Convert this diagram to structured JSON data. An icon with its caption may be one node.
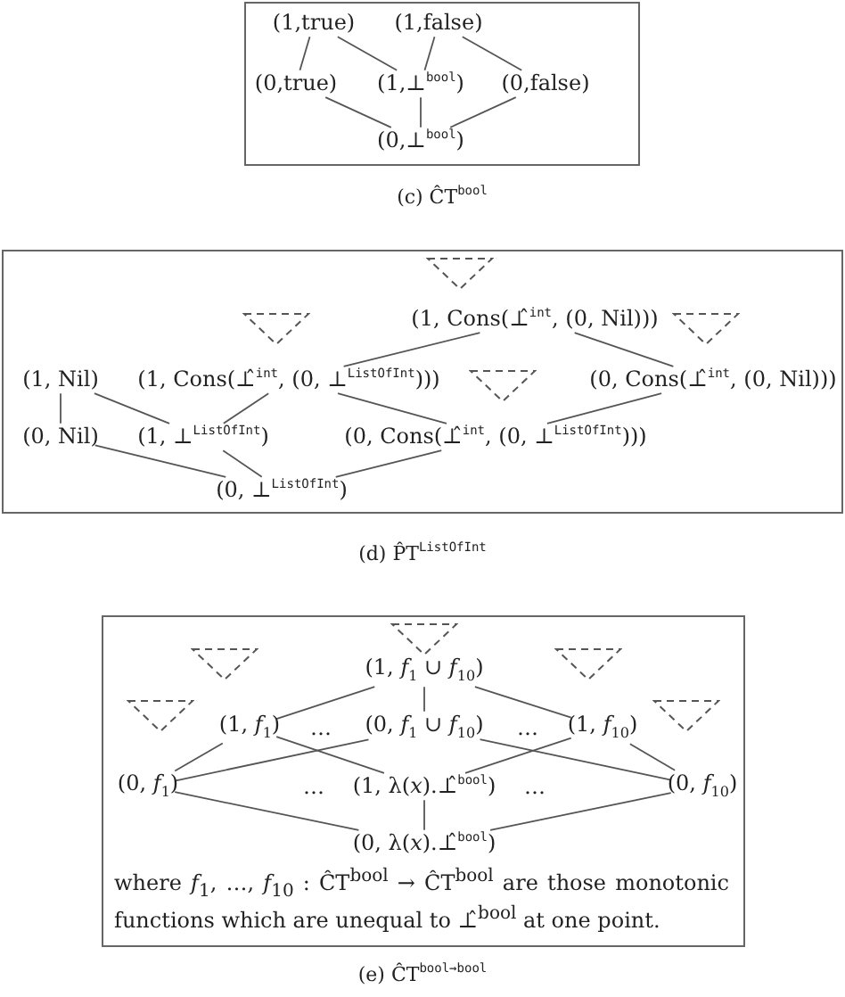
{
  "diagram": {
    "nodes": [
      {
        "text": [],
        "shape": "box",
        "beside": [
          "(c) ĈT$^{bool}$"
        ]
      },
      {
        "text": [
          "(1,true)"
        ],
        "in": 0
      },
      {
        "text": [
          "(1,false)"
        ],
        "in": 0
      },
      {
        "text": [
          "(0,true)"
        ],
        "in": 0
      },
      {
        "text": [
          "(1,⊥$^{bool}$)"
        ],
        "in": 0
      },
      {
        "text": [
          "(0,false)"
        ],
        "in": 0
      },
      {
        "text": [
          "(0,⊥$^{bool}$)"
        ],
        "in": 0
      },
      {
        "text": [],
        "shape": "box",
        "beside": [
          "(d) P̂T$^{ListOfInt}$"
        ]
      },
      {
        "text": [],
        "shape": "triangle",
        "in": 7
      },
      {
        "text": [
          "(1, Cons(⊥̂$^{int}$, (0, Nil)))"
        ],
        "in": 7
      },
      {
        "text": [],
        "shape": "triangle",
        "in": 7
      },
      {
        "text": [],
        "shape": "triangle",
        "in": 7
      },
      {
        "text": [
          "(1, Nil)"
        ],
        "in": 7
      },
      {
        "text": [
          "(1, Cons(⊥̂$^{int}$, (0, ⊥$^{ListOfInt}$)))"
        ],
        "in": 7
      },
      {
        "text": [],
        "shape": "triangle",
        "in": 7
      },
      {
        "text": [
          "(0, Cons(⊥̂$^{int}$, (0, Nil)))"
        ],
        "in": 7
      },
      {
        "text": [
          "(0, Nil)"
        ],
        "in": 7
      },
      {
        "text": [
          "(1, ⊥$^{ListOfInt}$)"
        ],
        "in": 7
      },
      {
        "text": [
          "(0, Cons(⊥̂$^{int}$, (0, ⊥$^{ListOfInt}$)))"
        ],
        "in": 7
      },
      {
        "text": [
          "(0, ⊥$^{ListOfInt}$)"
        ],
        "in": 7
      },
      {
        "text": [],
        "shape": "box",
        "beside": [
          "(e) ĈT$^{bool→bool}$"
        ]
      },
      {
        "text": [],
        "shape": "triangle",
        "in": 20
      },
      {
        "text": [
          "(1, *f*$_{1}$ ∪ *f*$_{10}$)"
        ],
        "in": 20
      },
      {
        "text": [],
        "shape": "triangle",
        "in": 20
      },
      {
        "text": [],
        "shape": "triangle",
        "in": 20
      },
      {
        "text": [
          "(1, *f*$_{1}$)"
        ],
        "in": 20
      },
      {
        "text": [
          "(0, *f*$_{1}$ ∪ *f*$_{10}$)"
        ],
        "in": 20
      },
      {
        "text": [
          "(1, *f*$_{10}$)"
        ],
        "in": 20
      },
      {
        "text": [],
        "shape": "triangle",
        "in": 20
      },
      {
        "text": [],
        "shape": "triangle",
        "in": 20
      },
      {
        "text": [
          "(0, *f*$_{1}$)"
        ],
        "in": 20
      },
      {
        "text": [
          "(1, λ(*x*).⊥̂$^{bool}$)"
        ],
        "in": 20
      },
      {
        "text": [
          "(0, *f*$_{10}$)"
        ],
        "in": 20
      },
      {
        "text": [
          "(0, λ(*x*).⊥̂$^{bool}$)"
        ],
        "in": 20
      }
    ],
    "edges": [
      {
        "from": 1,
        "to": 3,
        "arrow": "none"
      },
      {
        "from": 1,
        "to": 4,
        "arrow": "none"
      },
      {
        "from": 2,
        "to": 4,
        "arrow": "none"
      },
      {
        "from": 2,
        "to": 5,
        "arrow": "none"
      },
      {
        "from": 3,
        "to": 6,
        "arrow": "none"
      },
      {
        "from": 4,
        "to": 6,
        "arrow": "none"
      },
      {
        "from": 5,
        "to": 6,
        "arrow": "none"
      },
      {
        "from": 9,
        "to": 13,
        "arrow": "none"
      },
      {
        "from": 9,
        "to": 15,
        "arrow": "none"
      },
      {
        "from": 12,
        "to": 16,
        "arrow": "none"
      },
      {
        "from": 12,
        "to": 17,
        "arrow": "none"
      },
      {
        "from": 13,
        "to": 17,
        "arrow": "none"
      },
      {
        "from": 13,
        "to": 18,
        "arrow": "none"
      },
      {
        "from": 15,
        "to": 18,
        "arrow": "none"
      },
      {
        "from": 16,
        "to": 19,
        "arrow": "none"
      },
      {
        "from": 17,
        "to": 19,
        "arrow": "none"
      },
      {
        "from": 18,
        "to": 19,
        "arrow": "none"
      },
      {
        "from": 22,
        "to": 25,
        "arrow": "none"
      },
      {
        "from": 22,
        "to": 26,
        "arrow": "none"
      },
      {
        "from": 22,
        "to": 27,
        "arrow": "none"
      },
      {
        "from": 25,
        "to": 30,
        "arrow": "none"
      },
      {
        "from": 25,
        "to": 31,
        "arrow": "none"
      },
      {
        "from": 26,
        "to": 30,
        "arrow": "none"
      },
      {
        "from": 26,
        "to": 32,
        "arrow": "none"
      },
      {
        "from": 27,
        "to": 31,
        "arrow": "none"
      },
      {
        "from": 27,
        "to": 32,
        "arrow": "none"
      },
      {
        "from": 30,
        "to": 33,
        "arrow": "none"
      },
      {
        "from": 31,
        "to": 33,
        "arrow": "none"
      },
      {
        "from": 32,
        "to": 33,
        "arrow": "none"
      }
    ],
    "labels": [
      "…",
      "…",
      "…",
      "…",
      "where *f*$_{1}$, …, *f*$_{10}$ : ĈT$^{bool}$ → ĈT$^{bool}$ are those monotonic functions which are unequal to ⊥̂$^{bool}$ at one point."
    ]
  }
}
